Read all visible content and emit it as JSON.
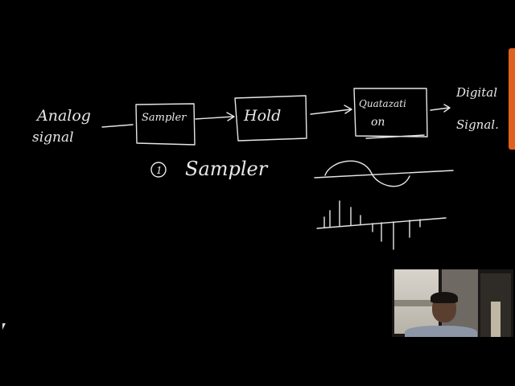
{
  "diagram": {
    "input_label": [
      "Analog",
      "signal"
    ],
    "blocks": [
      {
        "label": [
          "Sampler"
        ]
      },
      {
        "label": [
          "Hold"
        ]
      },
      {
        "label": [
          "Quatazati",
          "on"
        ]
      }
    ],
    "output_label": [
      "Digital",
      "Signal."
    ],
    "section_number": "1",
    "section_title": "Sampler"
  },
  "colors": {
    "background": "#000000",
    "ink": "#e6e6e6",
    "side_tab": "#e0611f"
  }
}
